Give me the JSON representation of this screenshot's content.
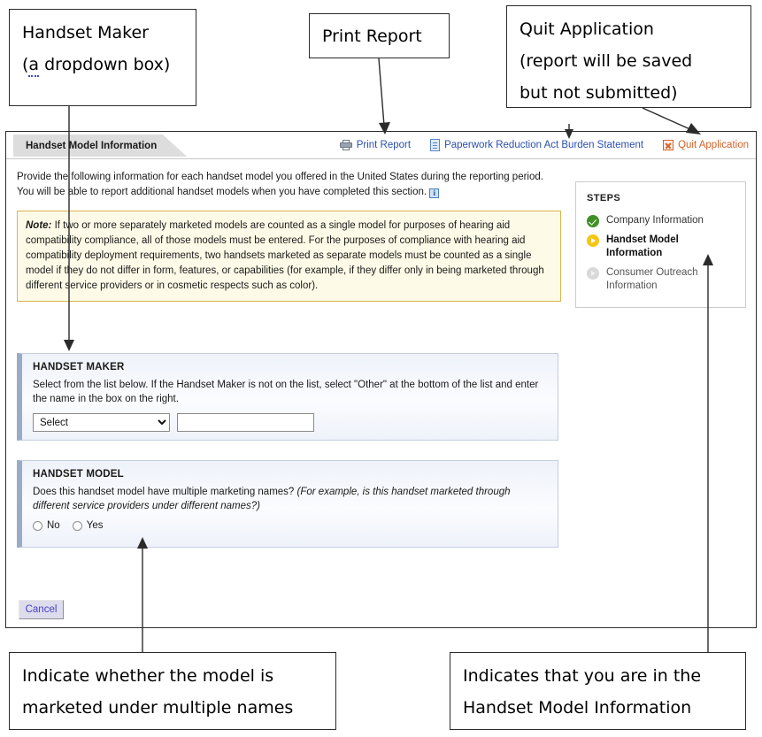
{
  "annotations": {
    "handset_maker": {
      "line1": "Handset Maker",
      "line2_open": "(",
      "line2_underlined": "a",
      "line2_rest": " dropdown box)"
    },
    "print_report": {
      "line1": "Print Report"
    },
    "quit_application": {
      "line1": "Quit Application",
      "line2": "(report will be saved",
      "line3": "but not submitted)"
    },
    "indicate_model": {
      "line1": "Indicate whether the model is",
      "line2": "marketed under multiple names"
    },
    "indicates_step": {
      "line1": "Indicates that you are in the",
      "line2": "Handset Model Information"
    }
  },
  "app": {
    "tab_label": "Handset Model Information",
    "header_links": [
      {
        "label": "Print Report",
        "icon": "printer-icon",
        "color": "#2a50b0"
      },
      {
        "label": "Paperwork Reduction Act Burden Statement",
        "icon": "document-icon",
        "color": "#2a50b0"
      },
      {
        "label": "Quit Application",
        "icon": "close-icon",
        "color": "#d2622a"
      }
    ],
    "intro": "Provide the following information for each handset model you offered in the United States during the reporting period. You will be able to report additional handset models when you have completed this section.",
    "info_icon_label": "i",
    "note": {
      "label": "Note:",
      "text": " If two or more separately marketed models are counted as a single model for purposes of hearing aid compatibility compliance, all of those models must be entered.  For the purposes of compliance with hearing aid compatibility deployment requirements, two handsets marketed as separate models must be counted as a single model if they do not differ in form, features, or capabilities (for example, if they differ only in being marketed through different service providers or in cosmetic respects such as color)."
    },
    "steps": {
      "title": "STEPS",
      "items": [
        {
          "label": "Company Information",
          "state": "done",
          "color": "#3f8f29"
        },
        {
          "label": "Handset Model Information",
          "state": "current",
          "color": "#f5c518"
        },
        {
          "label": "Consumer Outreach Information",
          "state": "pending",
          "color": "#d9d9d9"
        }
      ]
    },
    "handset_maker_panel": {
      "title": "HANDSET MAKER",
      "description": "Select from the list below. If the Handset Maker is not on the list, select \"Other\" at the bottom of the list and enter the name in the box on the right.",
      "select_value": "Select",
      "select_options": [
        "Select"
      ],
      "other_value": "",
      "other_placeholder": ""
    },
    "handset_model_panel": {
      "title": "HANDSET MODEL",
      "question": "Does this handset model have multiple marketing names? ",
      "question_italic": "(For example, is this handset marketed through different service providers under different names?)",
      "radio_options": [
        "No",
        "Yes"
      ],
      "selected": ""
    },
    "cancel_label": "Cancel"
  }
}
